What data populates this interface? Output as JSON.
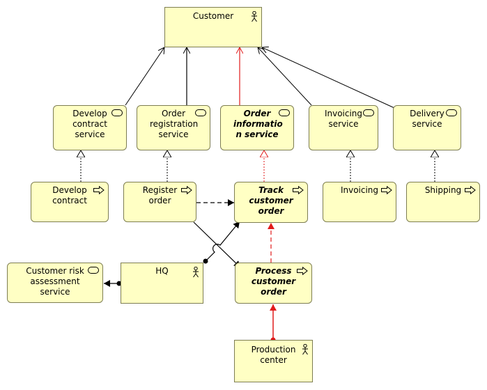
{
  "nodes": {
    "customer": "Customer",
    "develop_contract_service": "Develop\ncontract\nservice",
    "order_registration_service": "Order\nregistration\nservice",
    "order_information_service": "Order\ninformatio\nn service",
    "invoicing_service": "Invoicing\nservice",
    "delivery_service": "Delivery\nservice",
    "develop_contract": "Develop\ncontract",
    "register_order": "Register\norder",
    "track_customer_order": "Track\ncustomer\norder",
    "invoicing": "Invoicing",
    "shipping": "Shipping",
    "customer_risk_assessment_service": "Customer risk\nassessment\nservice",
    "hq": "HQ",
    "process_customer_order": "Process\ncustomer\norder",
    "production_center": "Production\ncenter"
  },
  "colors": {
    "node_fill": "#ffffc4",
    "node_border": "#7d7d52",
    "edge": "#000000",
    "highlight": "#e11b1b"
  }
}
